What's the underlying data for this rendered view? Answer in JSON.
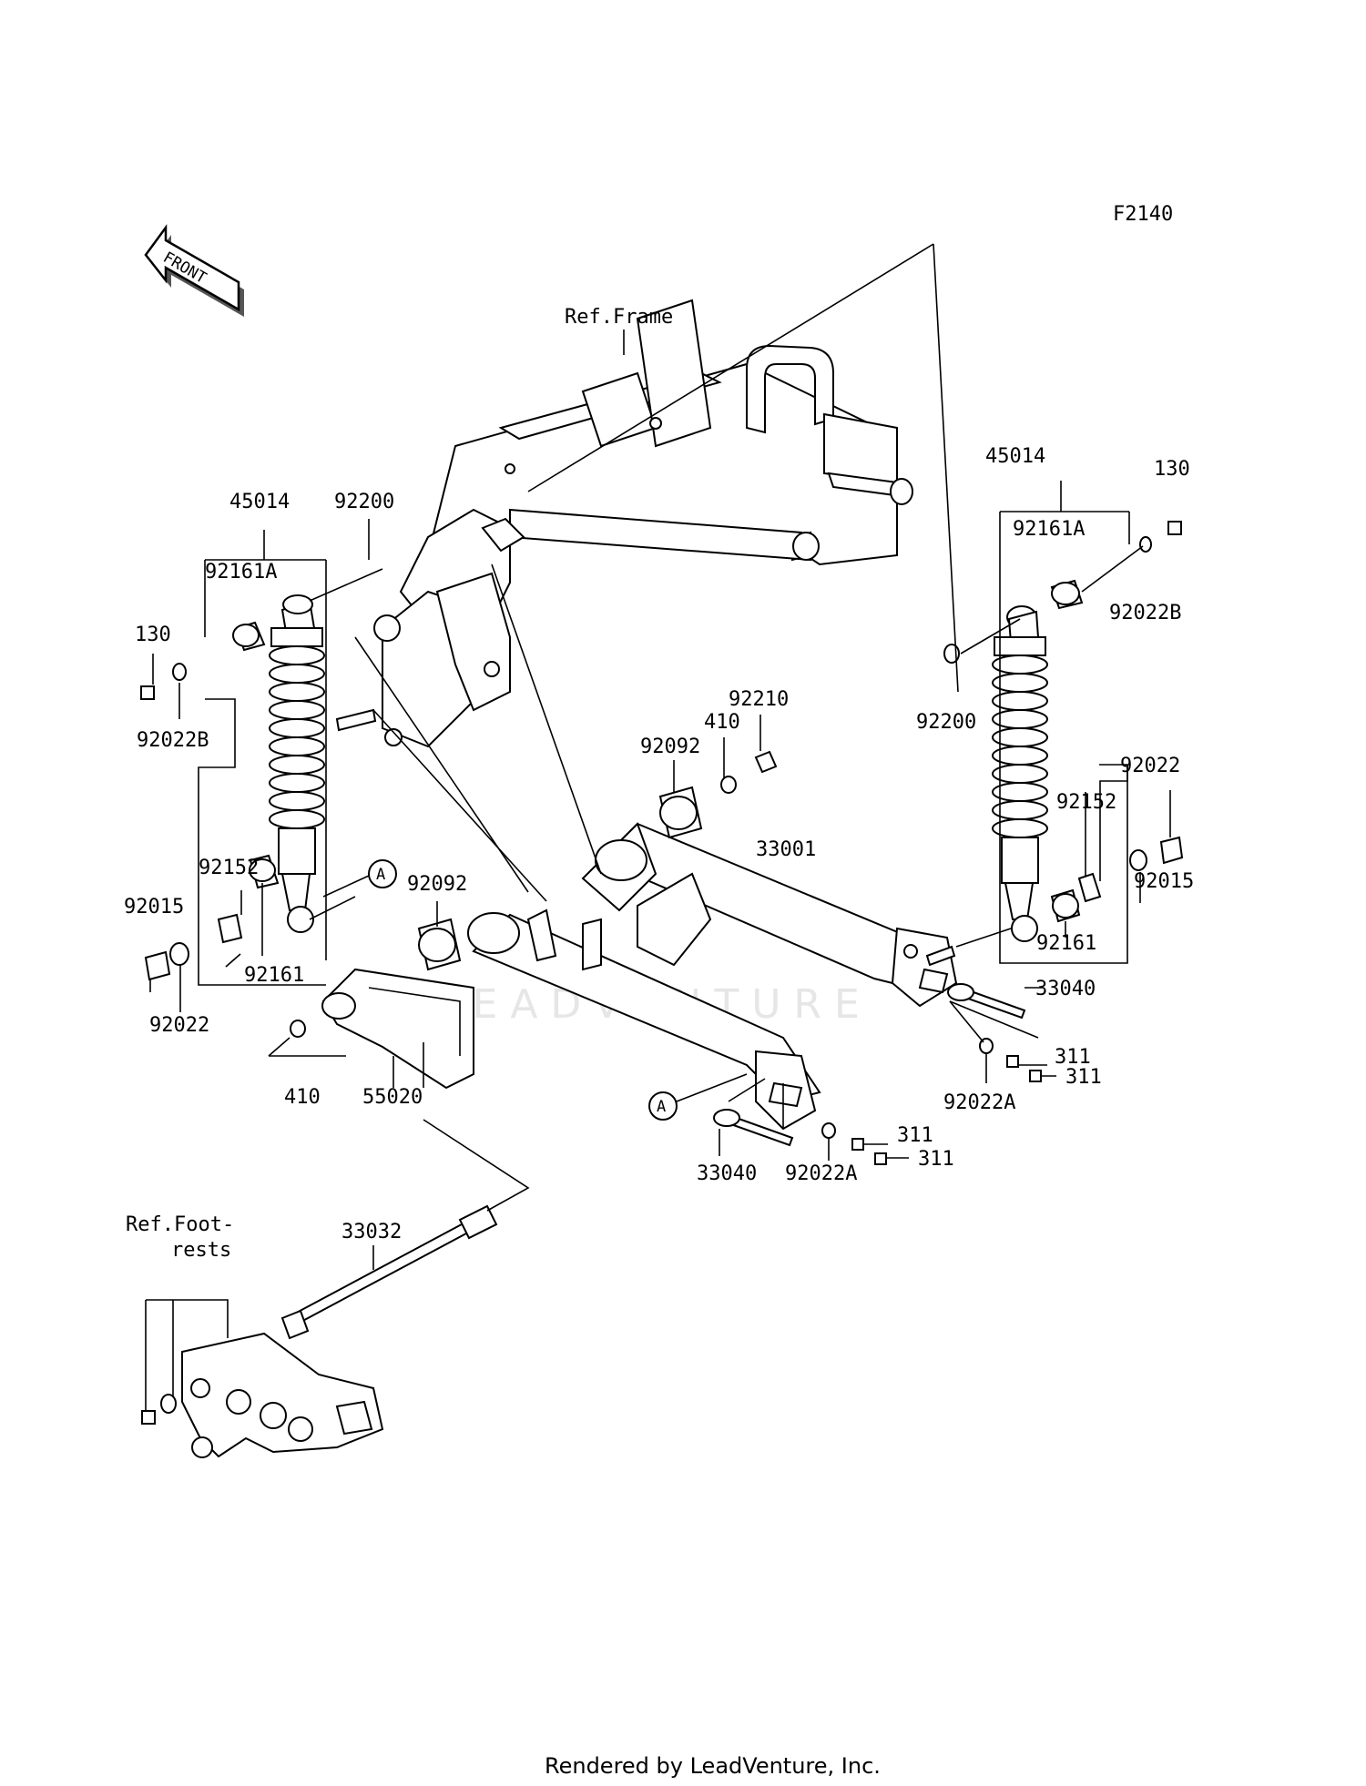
{
  "figure_code": "F2140",
  "front_label": "FRONT",
  "watermark": "LEADVENTURE",
  "footer": "Rendered by LeadVenture, Inc.",
  "callout_a": "A",
  "refs": {
    "frame": "Ref.Frame",
    "footrests_line1": "Ref.Foot-",
    "footrests_line2": "rests"
  },
  "parts": [
    {
      "id": "p45014l",
      "label": "45014"
    },
    {
      "id": "p92200l",
      "label": "92200"
    },
    {
      "id": "p92161Al",
      "label": "92161A"
    },
    {
      "id": "p130l",
      "label": "130"
    },
    {
      "id": "p92022Bl",
      "label": "92022B"
    },
    {
      "id": "p92152l",
      "label": "92152"
    },
    {
      "id": "p92015l",
      "label": "92015"
    },
    {
      "id": "p92161l",
      "label": "92161"
    },
    {
      "id": "p92022l",
      "label": "92022"
    },
    {
      "id": "p92092c",
      "label": "92092"
    },
    {
      "id": "p410l",
      "label": "410"
    },
    {
      "id": "p55020",
      "label": "55020"
    },
    {
      "id": "p33032",
      "label": "33032"
    },
    {
      "id": "p92092r",
      "label": "92092"
    },
    {
      "id": "p410r",
      "label": "410"
    },
    {
      "id": "p92210",
      "label": "92210"
    },
    {
      "id": "p33001",
      "label": "33001"
    },
    {
      "id": "p33040r",
      "label": "33040"
    },
    {
      "id": "p311a",
      "label": "311"
    },
    {
      "id": "p311b",
      "label": "311"
    },
    {
      "id": "p92022Ar",
      "label": "92022A"
    },
    {
      "id": "p33040c",
      "label": "33040"
    },
    {
      "id": "p92022Ac",
      "label": "92022A"
    },
    {
      "id": "p311c",
      "label": "311"
    },
    {
      "id": "p311d",
      "label": "311"
    },
    {
      "id": "p45014r",
      "label": "45014"
    },
    {
      "id": "p130r",
      "label": "130"
    },
    {
      "id": "p92161Ar",
      "label": "92161A"
    },
    {
      "id": "p92022Br",
      "label": "92022B"
    },
    {
      "id": "p92200r",
      "label": "92200"
    },
    {
      "id": "p92022r",
      "label": "92022"
    },
    {
      "id": "p92152r",
      "label": "92152"
    },
    {
      "id": "p92015r",
      "label": "92015"
    },
    {
      "id": "p92161r",
      "label": "92161"
    }
  ]
}
